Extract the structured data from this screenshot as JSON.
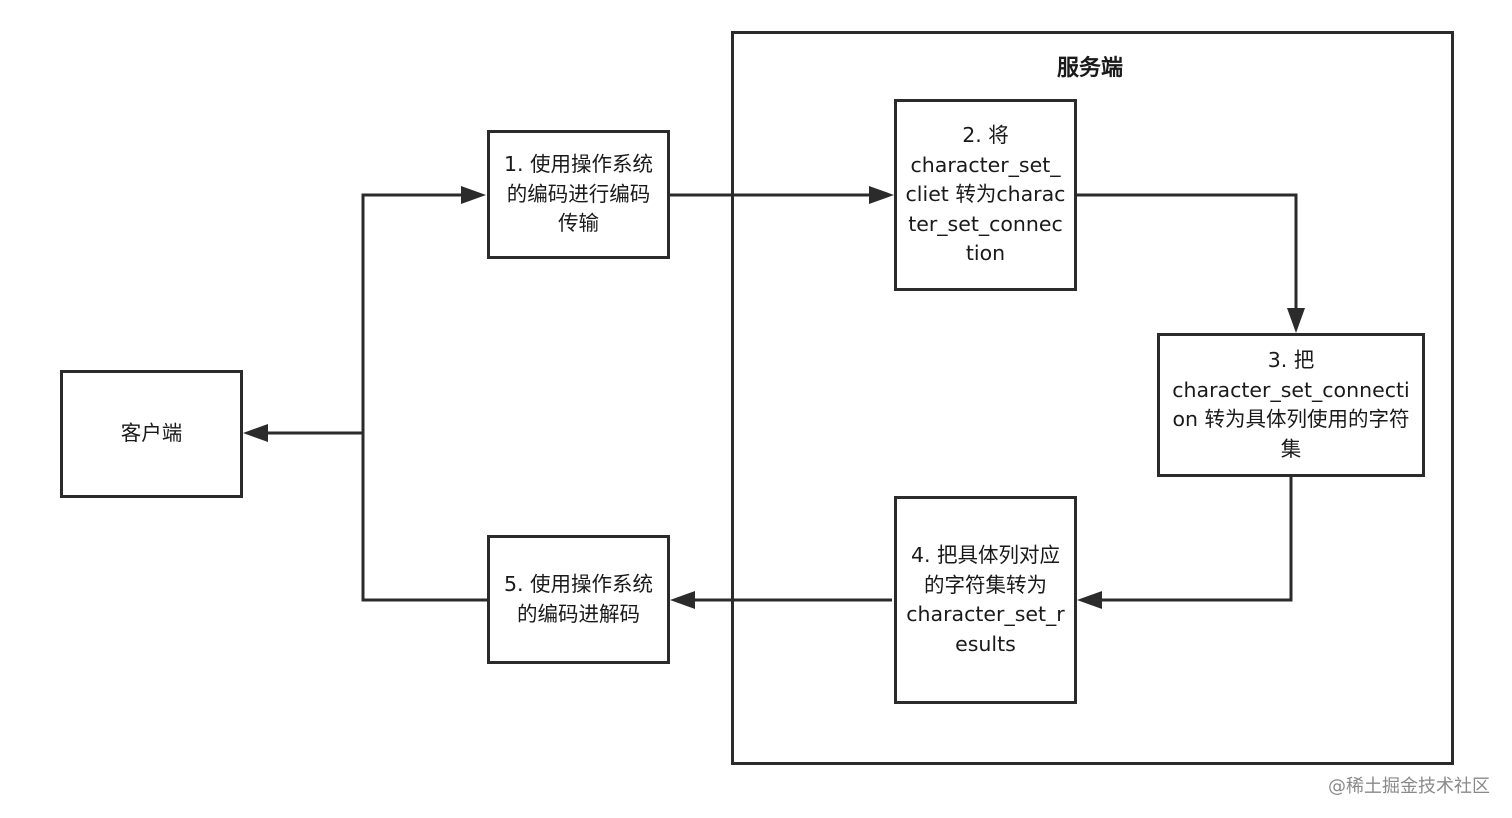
{
  "diagram": {
    "server_group": {
      "title": "服务端"
    },
    "nodes": {
      "client": "客户端",
      "step1": "1. 使用操作系统的编码进行编码传输",
      "step2": "2. 将\ncharacter_set_cliet 转为character_set_connection",
      "step3": "3. 把\ncharacter_set_connection 转为具体列使用的字符集",
      "step4": "4. 把具体列对应的字符集转为\ncharacter_set_results",
      "step5": "5. 使用操作系统的编码进解码"
    },
    "edges": [
      {
        "from": "client",
        "to": "step1"
      },
      {
        "from": "step1",
        "to": "step2"
      },
      {
        "from": "step2",
        "to": "step3"
      },
      {
        "from": "step3",
        "to": "step4"
      },
      {
        "from": "step4",
        "to": "step5"
      },
      {
        "from": "step5",
        "to": "client"
      }
    ],
    "colors": {
      "stroke": "#2b2b2b",
      "text": "#1a1a1a",
      "watermark": "#8a8a8a",
      "background": "#ffffff"
    }
  },
  "watermark": "@稀土掘金技术社区"
}
